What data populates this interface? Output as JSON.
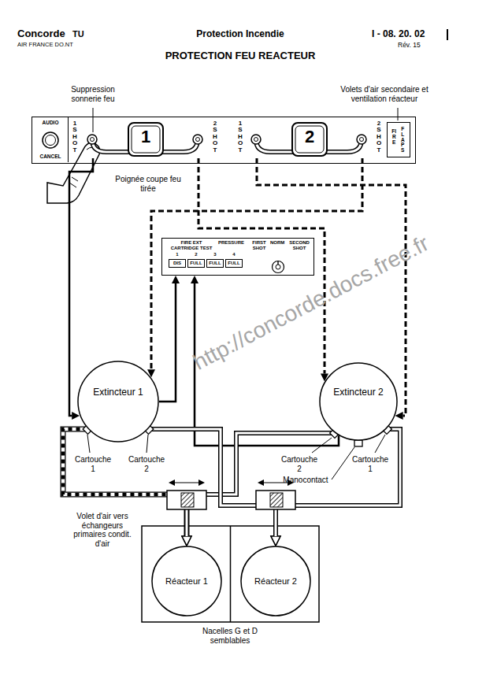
{
  "diagram": {
    "title": "PROTECTION FEU REACTEUR",
    "nodes": [
      {
        "text": [
          "1 SHOT",
          "2 SHOT",
          "1 SHOT",
          "2 SHOT"
        ]
      },
      {
        "text": [
          "AUDIO",
          "CANCEL"
        ],
        "in": 0
      },
      {
        "text": [
          "1"
        ],
        "in": 0
      },
      {
        "text": [
          "2"
        ],
        "in": 0
      },
      {
        "text": [
          "FIRE",
          "FLAPS"
        ],
        "in": 0
      },
      {
        "text": [
          "FIRE EXT CARTRIDGE TEST",
          "PRESSURE",
          "1",
          "2",
          "3",
          "4",
          "FIRST SHOT",
          "NORM",
          "SECOND SHOT"
        ]
      },
      {
        "text": [
          "DIS"
        ],
        "in": 5
      },
      {
        "text": [
          "FULL"
        ],
        "in": 5
      },
      {
        "text": [
          "FULL"
        ],
        "in": 5
      },
      {
        "text": [
          "FULL"
        ],
        "in": 5
      },
      {
        "text": [
          "Extincteur 1"
        ]
      },
      {
        "text": [
          "Extincteur 2"
        ]
      },
      {
        "text": [
          "Réacteur 1"
        ]
      },
      {
        "text": [
          "Réacteur 2"
        ]
      }
    ],
    "edges": [
      {
        "from": 2,
        "to": 10,
        "arrow": "to"
      },
      {
        "from": 2,
        "to": 11,
        "arrow": "to"
      },
      {
        "from": 3,
        "to": 11,
        "arrow": "to"
      },
      {
        "from": 3,
        "to": 10,
        "arrow": "to"
      },
      {
        "from": 10,
        "to": 5,
        "arrow": "to"
      },
      {
        "from": 11,
        "to": 5,
        "arrow": "to"
      },
      {
        "from": 10,
        "to": 12,
        "arrow": "to"
      },
      {
        "from": 11,
        "to": 12,
        "arrow": "to"
      },
      {
        "from": 10,
        "to": 13,
        "arrow": "to"
      },
      {
        "from": 11,
        "to": 13,
        "arrow": "to"
      }
    ],
    "labels": [
      "Concorde",
      "TU",
      "AIR FRANCE DO.NT",
      "Protection Incendie",
      "I - 08. 20. 02",
      "Rév. 15",
      "Suppression sonnerie feu",
      "Volets d'air secondaire et ventilation réacteur",
      "Poignée coupe feu tirée",
      "Cartouche 1",
      "Cartouche 2",
      "Cartouche 2",
      "Cartouche 1",
      "Manocontact",
      "Volet d'air vers échangeurs primaires condit. d'air",
      "Nacelles G et D semblables",
      "http://concorde.docs.free.fr"
    ]
  }
}
